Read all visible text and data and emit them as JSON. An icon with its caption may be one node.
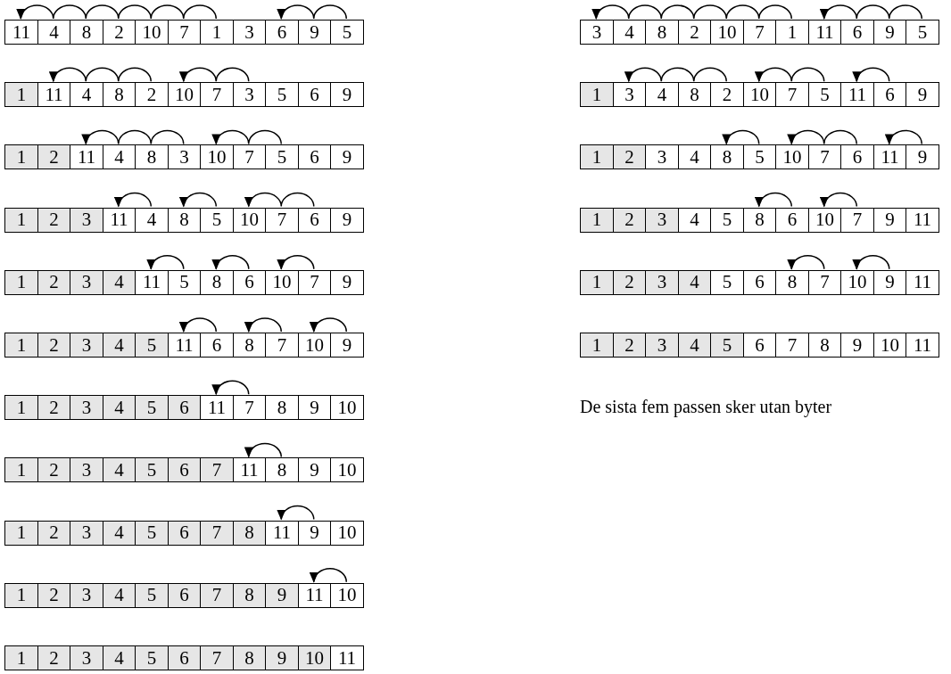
{
  "diagram": {
    "labels": [
      "11",
      "4",
      "8",
      "2",
      "10",
      "7",
      "1",
      "3",
      "6",
      "9",
      "5",
      "1",
      "11",
      "4",
      "8",
      "2",
      "10",
      "7",
      "3",
      "5",
      "6",
      "9",
      "1",
      "2",
      "11",
      "4",
      "8",
      "3",
      "10",
      "7",
      "5",
      "6",
      "9",
      "1",
      "2",
      "3",
      "11",
      "4",
      "8",
      "5",
      "10",
      "7",
      "6",
      "9",
      "1",
      "2",
      "3",
      "4",
      "11",
      "5",
      "8",
      "6",
      "10",
      "7",
      "9",
      "1",
      "2",
      "3",
      "4",
      "5",
      "11",
      "6",
      "8",
      "7",
      "10",
      "9",
      "1",
      "2",
      "3",
      "4",
      "5",
      "6",
      "11",
      "7",
      "8",
      "9",
      "10",
      "1",
      "2",
      "3",
      "4",
      "5",
      "6",
      "7",
      "11",
      "8",
      "9",
      "10",
      "1",
      "2",
      "3",
      "4",
      "5",
      "6",
      "7",
      "8",
      "11",
      "9",
      "10",
      "1",
      "2",
      "3",
      "4",
      "5",
      "6",
      "7",
      "8",
      "9",
      "11",
      "10",
      "1",
      "2",
      "3",
      "4",
      "5",
      "6",
      "7",
      "8",
      "9",
      "10",
      "11",
      "3",
      "4",
      "8",
      "2",
      "10",
      "7",
      "1",
      "11",
      "6",
      "9",
      "5",
      "1",
      "3",
      "4",
      "8",
      "2",
      "10",
      "7",
      "5",
      "11",
      "6",
      "9",
      "1",
      "2",
      "3",
      "4",
      "8",
      "5",
      "10",
      "7",
      "6",
      "11",
      "9",
      "1",
      "2",
      "3",
      "4",
      "5",
      "8",
      "6",
      "10",
      "7",
      "9",
      "11",
      "1",
      "2",
      "3",
      "4",
      "5",
      "6",
      "8",
      "7",
      "10",
      "9",
      "11",
      "1",
      "2",
      "3",
      "4",
      "5",
      "6",
      "7",
      "8",
      "9",
      "10",
      "11",
      "De sista fem passen sker utan byter"
    ]
  }
}
